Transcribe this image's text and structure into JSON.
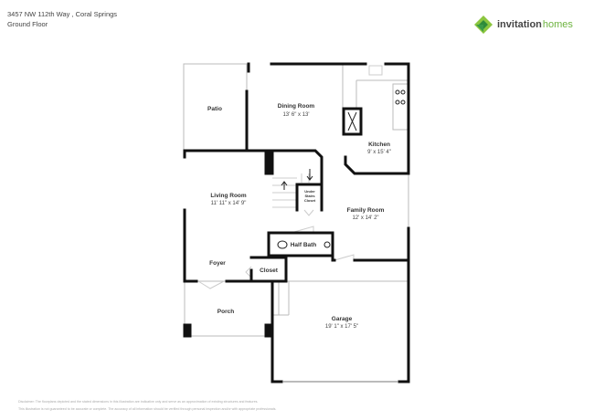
{
  "header": {
    "address": "3457 NW 112th Way , Coral Springs",
    "floor": "Ground Floor"
  },
  "logo": {
    "text_primary": "invitation",
    "text_secondary": "homes",
    "brand_color": "#6db33f"
  },
  "rooms": [
    {
      "name": "Patio",
      "dims": ""
    },
    {
      "name": "Dining Room",
      "dims": "13' 6\" x 13'"
    },
    {
      "name": "Kitchen",
      "dims": "9' x 15' 4\""
    },
    {
      "name": "Living Room",
      "dims": "11' 11\" x 14' 9\""
    },
    {
      "name": "Family Room",
      "dims": "12' x 14' 2\""
    },
    {
      "name": "Half Bath",
      "dims": ""
    },
    {
      "name": "Foyer",
      "dims": ""
    },
    {
      "name": "Closet",
      "dims": ""
    },
    {
      "name": "Porch",
      "dims": ""
    },
    {
      "name": "Garage",
      "dims": "19' 1\" x 17' 5\""
    }
  ],
  "under_stairs": [
    "Under",
    "Stairs",
    "Closet"
  ],
  "disclaimer": [
    "Disclaimer: The floorplans depicted and the stated dimensions in this illustration are indicative only and serve as an approximation of existing structures and features.",
    "This illustration is not guaranteed to be accurate or complete. The accuracy of all information should be verified through personal inspection and/or with appropriate professionals."
  ]
}
